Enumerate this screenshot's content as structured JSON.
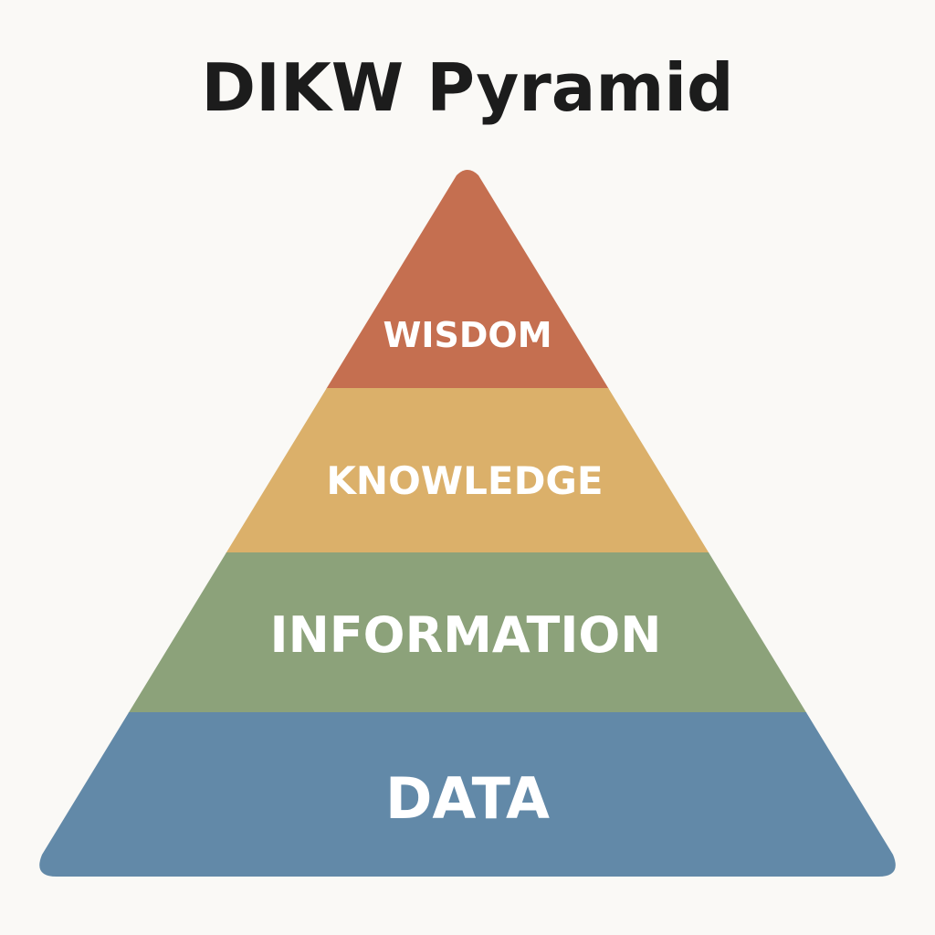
{
  "title": "DIKW Pyramid",
  "tiers": [
    {
      "label": "WISDOM",
      "color": "#c56f50"
    },
    {
      "label": "KNOWLEDGE",
      "color": "#dbb06a"
    },
    {
      "label": "INFORMATION",
      "color": "#8ca27a"
    },
    {
      "label": "DATA",
      "color": "#6289a8"
    }
  ],
  "colors": {
    "background": "#faf9f6",
    "title": "#1c1c1c",
    "label": "#ffffff"
  }
}
